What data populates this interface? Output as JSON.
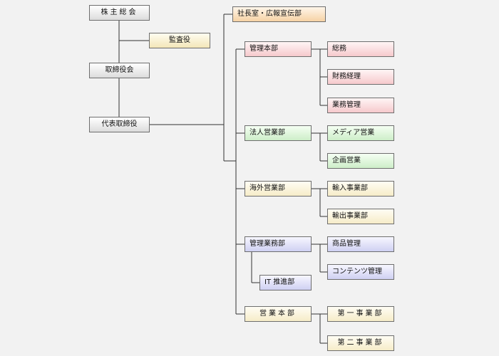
{
  "org": {
    "shareholders": "株主総会",
    "auditor": "監査役",
    "board": "取締役会",
    "ceo": "代表取締役",
    "president_office": "社長室・広報宣伝部",
    "admin_hq": "管理本部",
    "general_affairs": "総務",
    "finance": "財務経理",
    "business_admin": "業務管理",
    "corporate_sales": "法人営業部",
    "media_sales": "メディア営業",
    "planning_sales": "企画営業",
    "overseas_sales": "海外営業部",
    "import_dept": "輸入事業部",
    "export_dept": "輸出事業部",
    "admin_ops": "管理業務部",
    "product_mgmt": "商品管理",
    "content_mgmt": "コンテンツ管理",
    "it_promotion": "IT 推進部",
    "sales_hq": "営業本部",
    "div_1": "第一事業部",
    "div_2": "第二事業部"
  },
  "colors": {
    "line": "#333333",
    "border": "#6e6e6e"
  }
}
